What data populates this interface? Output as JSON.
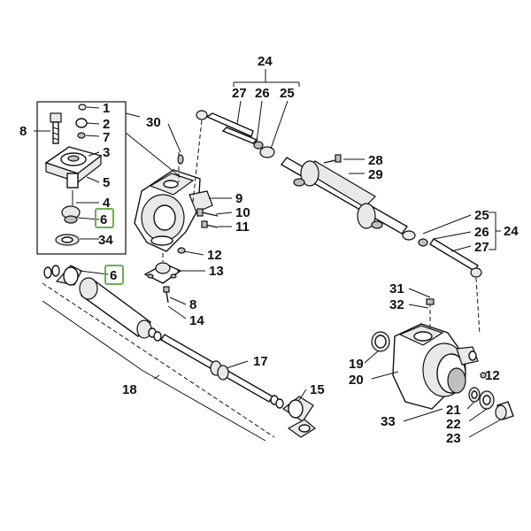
{
  "diagram": {
    "highlight_color": "#6ab04c",
    "callouts": {
      "c1": "1",
      "c2": "2",
      "c3": "3",
      "c4": "4",
      "c5": "5",
      "c6_inset": "6",
      "c6_main": "6",
      "c7": "7",
      "c8_inset": "8",
      "c8_main": "8",
      "c9": "9",
      "c10": "10",
      "c11": "11",
      "c12_upper": "12",
      "c12_lower": "12",
      "c13": "13",
      "c14": "14",
      "c15": "15",
      "c17": "17",
      "c18": "18",
      "c19": "19",
      "c20": "20",
      "c21": "21",
      "c22": "22",
      "c23": "23",
      "c24_top": "24",
      "c24_right": "24",
      "c25_top": "25",
      "c25_right": "25",
      "c26_top": "26",
      "c26_right": "26",
      "c27_top": "27",
      "c27_right": "27",
      "c28": "28",
      "c29": "29",
      "c30": "30",
      "c31": "31",
      "c32": "32",
      "c33": "33",
      "c34": "34"
    }
  }
}
